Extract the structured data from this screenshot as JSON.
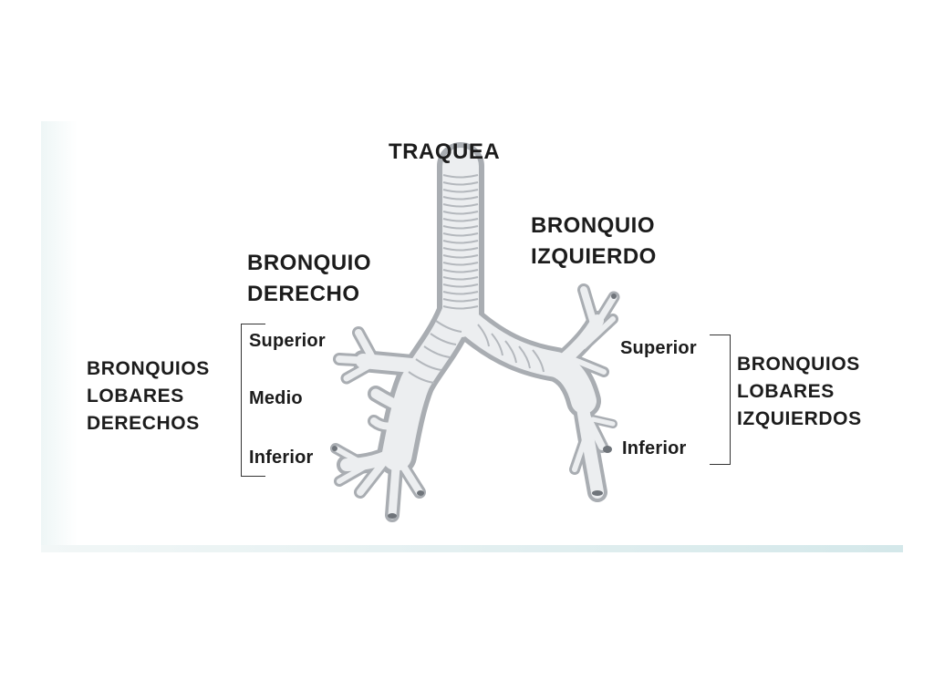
{
  "labels": {
    "trachea": "TRAQUEA",
    "left_bronchus": [
      "BRONQUIO",
      "IZQUIERDO"
    ],
    "right_bronchus": [
      "BRONQUIO",
      "DERECHO"
    ],
    "right_lobar": [
      "BRONQUIOS",
      "LOBARES",
      "DERECHOS"
    ],
    "left_lobar": [
      "BRONQUIOS",
      "LOBARES",
      "IZQUIERDOS"
    ],
    "right_segments": {
      "superior": "Superior",
      "medio": "Medio",
      "inferior": "Inferior"
    },
    "left_segments": {
      "superior": "Superior",
      "inferior": "Inferior"
    }
  },
  "colors": {
    "tube_fill": "#e6e8ea",
    "tube_shadow": "#a9adb2",
    "ring": "#b9bdc2",
    "text": "#1c1c1c"
  }
}
